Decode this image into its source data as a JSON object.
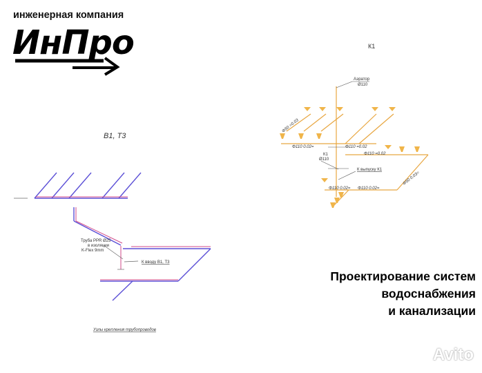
{
  "brand": {
    "tagline": "инженерная компания",
    "logo_text": "ИнПро"
  },
  "headline": {
    "line1": "Проектирование систем",
    "line2": "водоснабжения",
    "line3": "и канализации"
  },
  "left_drawing": {
    "title": "В1, Т3",
    "labels": {
      "pipe": "Труба PPR Ø25",
      "insulation": "в изоляции",
      "kflex": "K-Flex 9mm",
      "inlet": "К вводу В1, Т3",
      "caption": "Узлы крепления трубопроводов"
    },
    "colors": {
      "cold": "#5b4fd6",
      "hot": "#d14a8a"
    }
  },
  "right_drawing": {
    "title": "К1",
    "labels": {
      "aerator": "Аэратор",
      "aerator_d": "Ø110",
      "k1": "К1",
      "k1_d": "Ø110",
      "outlet": "К выпуску К1",
      "slopes": [
        "Φ50 =0.03",
        "Φ110 0.02=",
        "Φ110 =0.02",
        "Φ110 =0.02",
        "Φ50 0.03=",
        "Φ110 0.02=",
        "Φ110 0.02="
      ]
    },
    "colors": {
      "pipe": "#e8a640"
    }
  },
  "watermark": "Avito"
}
